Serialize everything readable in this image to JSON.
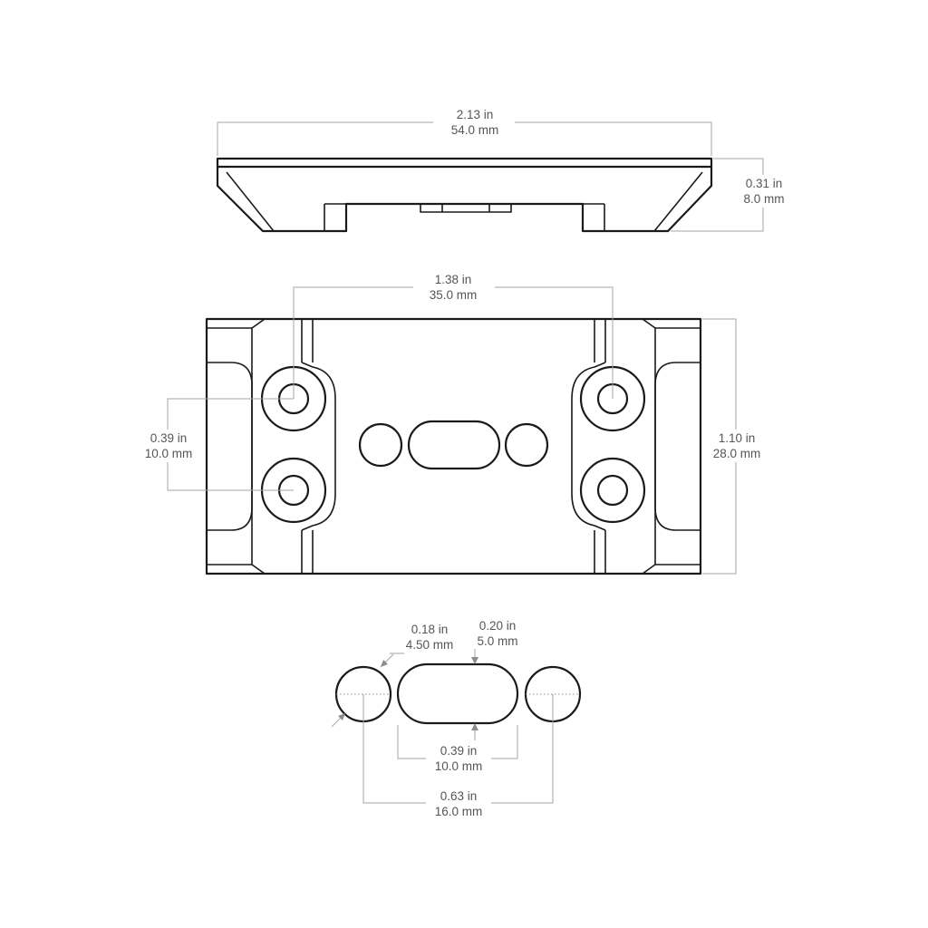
{
  "colors": {
    "outline": "#1a1a1a",
    "dimension_line": "#a6a6a6",
    "dimension_text": "#555555",
    "background": "#ffffff"
  },
  "dimensions": {
    "overall_length": {
      "in": "2.13 in",
      "mm": "54.0 mm"
    },
    "height": {
      "in": "0.31 in",
      "mm": "8.0 mm"
    },
    "hole_spacing_x": {
      "in": "1.38 in",
      "mm": "35.0 mm"
    },
    "hole_spacing_y": {
      "in": "0.39 in",
      "mm": "10.0 mm"
    },
    "width": {
      "in": "1.10 in",
      "mm": "28.0 mm"
    },
    "hole_diameter": {
      "in": "0.18 in",
      "mm": "4.50 mm"
    },
    "slot_width": {
      "in": "0.20 in",
      "mm": "5.0 mm"
    },
    "slot_length": {
      "in": "0.39 in",
      "mm": "10.0 mm"
    },
    "outer_hole_spacing": {
      "in": "0.63 in",
      "mm": "16.0 mm"
    }
  }
}
